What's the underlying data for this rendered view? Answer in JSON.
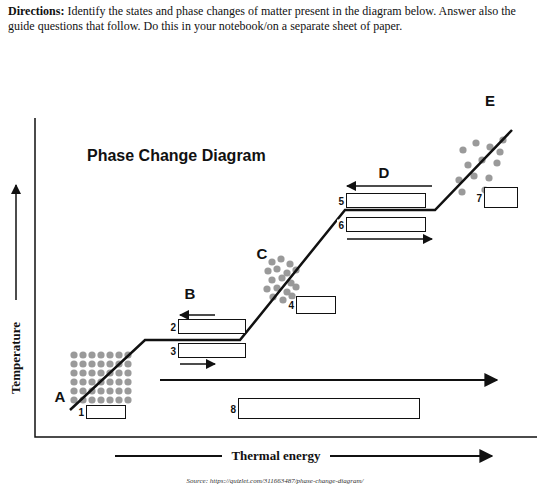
{
  "diagram": {
    "title": "Phase Change Diagram",
    "caption": "Source: https://quizlet.com/311663487/phase-change-diagram/",
    "nodes": [
      {
        "text": [
          "1"
        ]
      },
      {
        "text": [
          "2"
        ]
      },
      {
        "text": [
          "3"
        ]
      },
      {
        "text": [
          "4"
        ]
      },
      {
        "text": [
          "5"
        ]
      },
      {
        "text": [
          "6"
        ]
      },
      {
        "text": [
          "7"
        ]
      },
      {
        "text": [
          "8"
        ]
      }
    ],
    "labels": [
      "Directions:",
      "Identify the states and phase changes of matter present in the diagram below. Answer also the guide questions that follow. Do this in your notebook/on a separate sheet of paper.",
      "A",
      "B",
      "C",
      "D",
      "E",
      "Temperature",
      "Thermal energy"
    ]
  }
}
